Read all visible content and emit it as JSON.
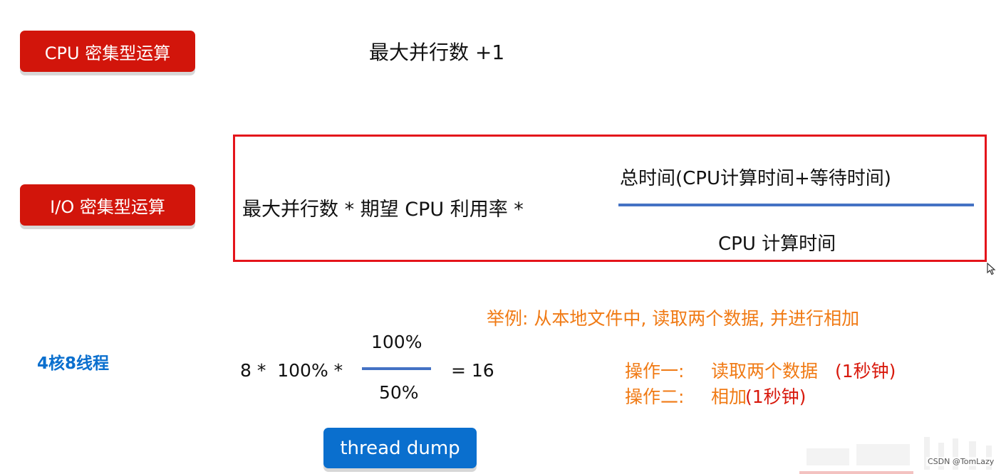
{
  "tags": {
    "cpu_intensive": "CPU 密集型运算",
    "io_intensive": "I/O 密集型运算",
    "thread_dump": "thread dump"
  },
  "cpu_formula": "最大并行数 +1",
  "io_formula": {
    "left": "最大并行数 * 期望 CPU 利用率 *",
    "numerator": "总时间(CPU计算时间+等待时间)",
    "denominator": "CPU 计算时间"
  },
  "core_label": "4核8线程",
  "example_calc": {
    "prefix": "8 *  100% *",
    "numerator": "100%",
    "denominator": "50%",
    "result": "= 16"
  },
  "example": {
    "title": "举例: 从本地文件中, 读取两个数据, 并进行相加",
    "op1_label": "操作一:",
    "op1_text": "读取两个数据",
    "op1_time": "(1秒钟)",
    "op2_label": "操作二:",
    "op2_text": "相加",
    "op2_time": "(1秒钟)"
  },
  "watermark": "CSDN @TomLazy",
  "colors": {
    "tag_red": "#d2150b",
    "box_red": "#e4141b",
    "fraction_blue": "#4472c4",
    "blue_text": "#0a6fce",
    "orange": "#f07a14",
    "dark_red": "#d8190c"
  }
}
